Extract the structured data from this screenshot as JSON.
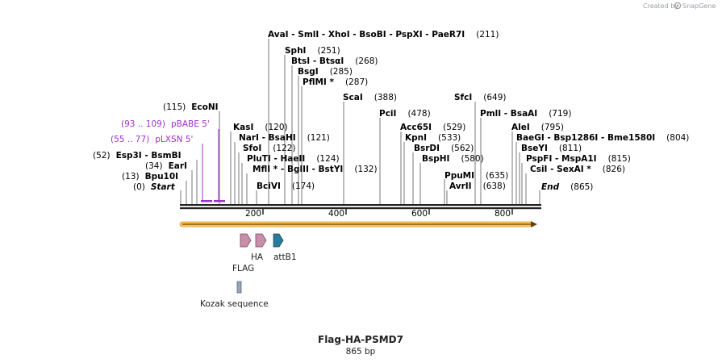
{
  "brand": {
    "created_by": "Created by",
    "name": "SnapGene"
  },
  "map": {
    "title": "Flag-HA-PSMD7",
    "length_label": "865 bp",
    "total_bp": 865,
    "colors": {
      "purple": "#a030c8",
      "orf": "#f0a020",
      "flag": "#c890a8",
      "ha": "#c890a8",
      "attb1": "#2a7a9a",
      "kozak": "#9aa6b8"
    },
    "ticks": [
      "200",
      "400",
      "600",
      "800"
    ],
    "sites": [
      {
        "text": "AvaI  - SmlI  - XhoI  - BsoBI  - PspXI  - PaeR7I",
        "pos": "(211)"
      },
      {
        "text": "SphI",
        "pos": "(251)"
      },
      {
        "text": "BtsI  - BtsαI",
        "pos": "(268)"
      },
      {
        "text": "BsgI",
        "pos": "(285)"
      },
      {
        "text": "PflMI *",
        "pos": "(287)"
      },
      {
        "text": "ScaI",
        "pos": "(388)"
      },
      {
        "text": "PciI",
        "pos": "(478)"
      },
      {
        "text": "SfcI",
        "pos": "(649)"
      },
      {
        "text": "PmlI  - BsaAI",
        "pos": "(719)"
      },
      {
        "text": "EcoNI",
        "pos": "(115)"
      },
      {
        "text": "KasI",
        "pos": "(120)"
      },
      {
        "text": "NarI  - BsaHI",
        "pos": "(121)"
      },
      {
        "text": "SfoI",
        "pos": "(122)"
      },
      {
        "text": "PluTI  - HaeII",
        "pos": "(124)"
      },
      {
        "text": "MflI *  - BglII  - BstYI",
        "pos": "(132)"
      },
      {
        "text": "BciVI",
        "pos": "(174)"
      },
      {
        "text": "Acc65I",
        "pos": "(529)"
      },
      {
        "text": "KpnI",
        "pos": "(533)"
      },
      {
        "text": "BsrDI",
        "pos": "(562)"
      },
      {
        "text": "BspHI",
        "pos": "(580)"
      },
      {
        "text": "PpuMI",
        "pos": "(635)"
      },
      {
        "text": "AvrII",
        "pos": "(638)"
      },
      {
        "text": "AleI",
        "pos": "(795)"
      },
      {
        "text": "BaeGI  - Bsp1286I  - Bme1580I",
        "pos": "(804)"
      },
      {
        "text": "BseYI",
        "pos": "(811)"
      },
      {
        "text": "PspFI  - MspA1I",
        "pos": "(815)"
      },
      {
        "text": "CsiI  - SexAI *",
        "pos": "(826)"
      },
      {
        "text": "Esp3I  - BsmBI",
        "pos": "(52)"
      },
      {
        "text": "EarI",
        "pos": "(34)"
      },
      {
        "text": "Bpu10I",
        "pos": "(13)"
      },
      {
        "text": "Start",
        "pos": "(0)"
      },
      {
        "text": "End",
        "pos": "(865)"
      }
    ],
    "primers": [
      {
        "range": "(93 .. 109)",
        "name": "pBABE 5'"
      },
      {
        "range": "(55 .. 77)",
        "name": "pLXSN 5'"
      }
    ],
    "features": [
      "FLAG",
      "HA",
      "attB1",
      "Kozak sequence"
    ]
  }
}
